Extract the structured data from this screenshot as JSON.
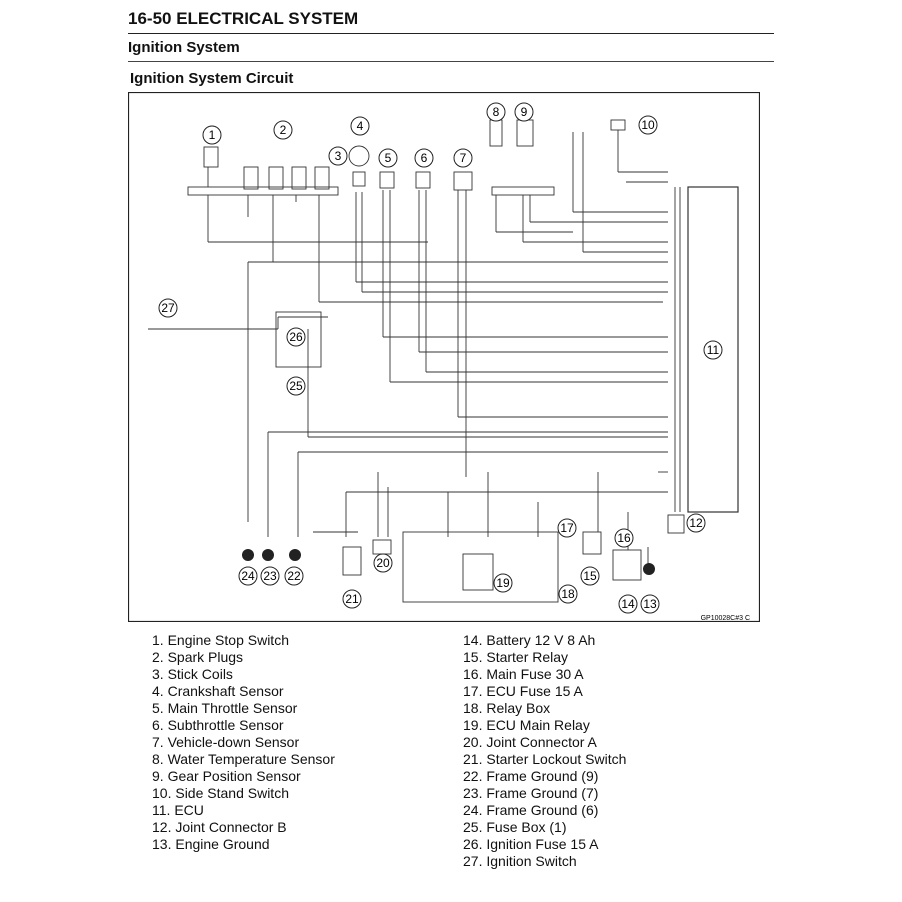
{
  "header": {
    "section_title": "16-50 ELECTRICAL SYSTEM",
    "subsection_title": "Ignition System"
  },
  "figure": {
    "title": "Ignition System Circuit",
    "code": "GP10028C#3 C",
    "callouts": [
      "1",
      "2",
      "3",
      "4",
      "5",
      "6",
      "7",
      "8",
      "9",
      "10",
      "11",
      "12",
      "13",
      "14",
      "15",
      "16",
      "17",
      "18",
      "19",
      "20",
      "21",
      "22",
      "23",
      "24",
      "25",
      "26",
      "27"
    ]
  },
  "legend": {
    "left": [
      {
        "num": "1.",
        "label": "Engine Stop Switch"
      },
      {
        "num": "2.",
        "label": "Spark Plugs"
      },
      {
        "num": "3.",
        "label": "Stick Coils"
      },
      {
        "num": "4.",
        "label": "Crankshaft Sensor"
      },
      {
        "num": "5.",
        "label": "Main Throttle Sensor"
      },
      {
        "num": "6.",
        "label": "Subthrottle Sensor"
      },
      {
        "num": "7.",
        "label": "Vehicle-down Sensor"
      },
      {
        "num": "8.",
        "label": "Water Temperature Sensor"
      },
      {
        "num": "9.",
        "label": "Gear Position Sensor"
      },
      {
        "num": "10.",
        "label": "Side Stand Switch"
      },
      {
        "num": "11.",
        "label": "ECU"
      },
      {
        "num": "12.",
        "label": "Joint Connector B"
      },
      {
        "num": "13.",
        "label": "Engine Ground"
      }
    ],
    "right": [
      {
        "num": "14.",
        "label": "Battery 12 V 8 Ah"
      },
      {
        "num": "15.",
        "label": "Starter Relay"
      },
      {
        "num": "16.",
        "label": "Main Fuse 30 A"
      },
      {
        "num": "17.",
        "label": "ECU Fuse 15 A"
      },
      {
        "num": "18.",
        "label": "Relay Box"
      },
      {
        "num": "19.",
        "label": "ECU Main Relay"
      },
      {
        "num": "20.",
        "label": "Joint Connector A"
      },
      {
        "num": "21.",
        "label": "Starter Lockout Switch"
      },
      {
        "num": "22.",
        "label": "Frame Ground (9)"
      },
      {
        "num": "23.",
        "label": "Frame Ground (7)"
      },
      {
        "num": "24.",
        "label": "Frame Ground (6)"
      },
      {
        "num": "25.",
        "label": "Fuse Box (1)"
      },
      {
        "num": "26.",
        "label": "Ignition Fuse 15 A"
      },
      {
        "num": "27.",
        "label": "Ignition Switch"
      }
    ]
  }
}
